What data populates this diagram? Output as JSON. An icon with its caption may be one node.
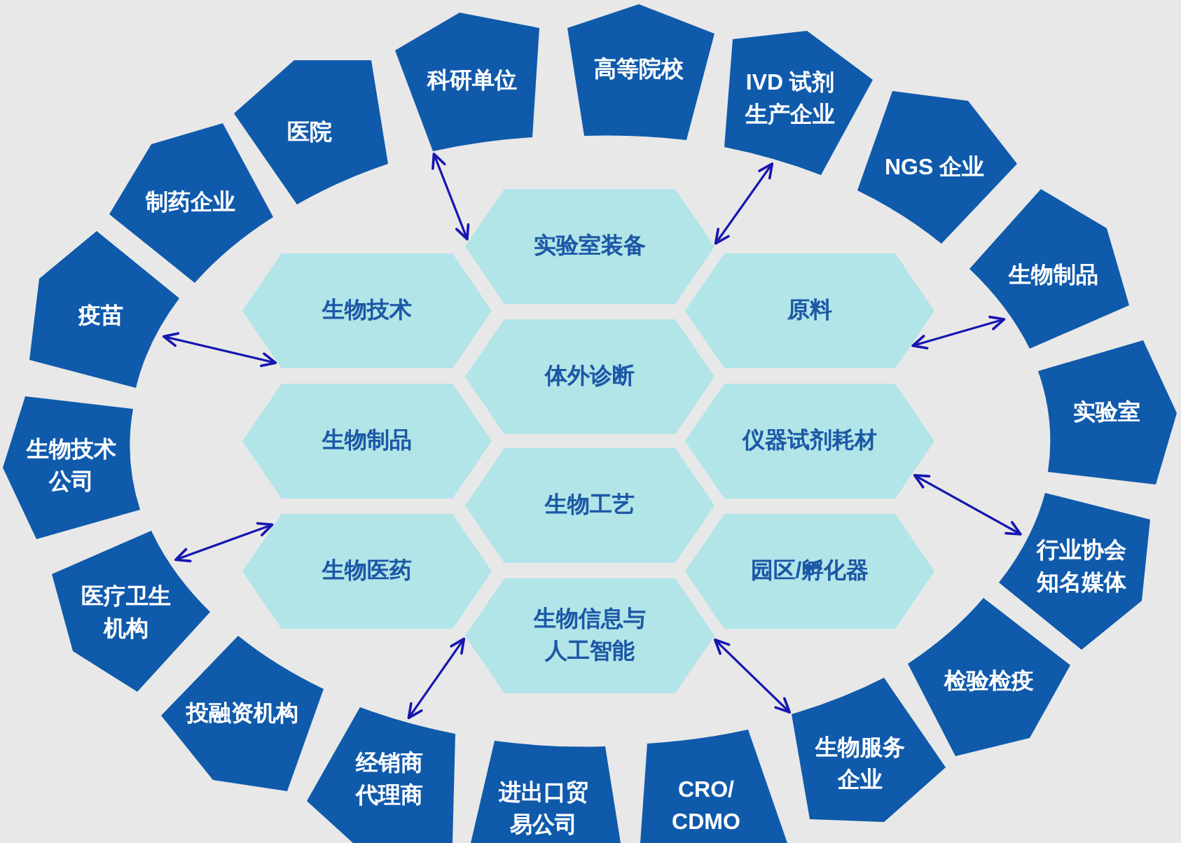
{
  "diagram": {
    "nodes": [
      {
        "text": [
          "科研单位"
        ]
      },
      {
        "text": [
          "高等院校"
        ]
      },
      {
        "text": [
          "IVD 试剂生产企业"
        ]
      },
      {
        "text": [
          "NGS 企业"
        ]
      },
      {
        "text": [
          "生物制品"
        ]
      },
      {
        "text": [
          "实验室"
        ]
      },
      {
        "text": [
          "行业协会知名媒体"
        ]
      },
      {
        "text": [
          "检验检疫"
        ]
      },
      {
        "text": [
          "生物服务企业"
        ]
      },
      {
        "text": [
          "CRO/ CDMO"
        ]
      },
      {
        "text": [
          "进出口贸易公司"
        ]
      },
      {
        "text": [
          "经销商代理商"
        ]
      },
      {
        "text": [
          "投融资机构"
        ]
      },
      {
        "text": [
          "医疗卫生机构"
        ]
      },
      {
        "text": [
          "生物技术公司"
        ]
      },
      {
        "text": [
          "疫苗"
        ]
      },
      {
        "text": [
          "制药企业"
        ]
      },
      {
        "text": [
          "医院"
        ]
      },
      {
        "text": [
          "实验室装备"
        ]
      },
      {
        "text": [
          "生物技术"
        ]
      },
      {
        "text": [
          "原料"
        ]
      },
      {
        "text": [
          "体外诊断"
        ]
      },
      {
        "text": [
          "生物制品"
        ]
      },
      {
        "text": [
          "仪器试剂耗材"
        ]
      },
      {
        "text": [
          "生物工艺"
        ]
      },
      {
        "text": [
          "生物医药"
        ]
      },
      {
        "text": [
          "园区/孵化器"
        ]
      },
      {
        "text": [
          "生物信息与人工智能"
        ]
      }
    ],
    "edges": [
      {
        "from": 0,
        "to": 18,
        "arrow": "both"
      },
      {
        "from": 2,
        "to": 18,
        "arrow": "both"
      },
      {
        "from": 15,
        "to": 19,
        "arrow": "both"
      },
      {
        "from": 4,
        "to": 20,
        "arrow": "both"
      },
      {
        "from": 13,
        "to": 25,
        "arrow": "both"
      },
      {
        "from": 6,
        "to": 23,
        "arrow": "both"
      },
      {
        "from": 11,
        "to": 27,
        "arrow": "both"
      },
      {
        "from": 8,
        "to": 27,
        "arrow": "both"
      }
    ]
  }
}
